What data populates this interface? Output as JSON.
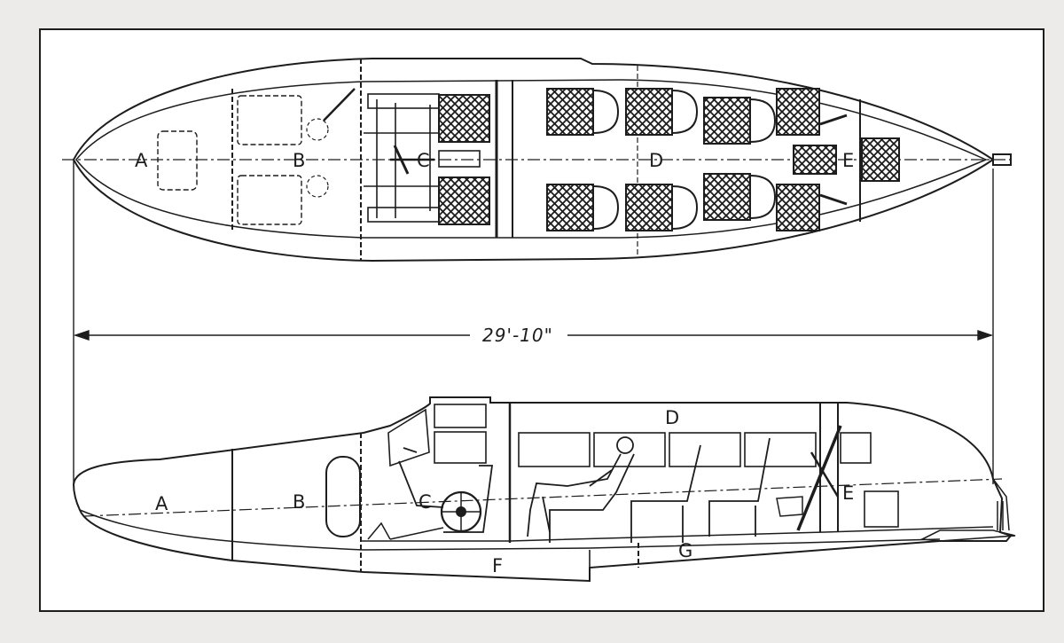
{
  "colors": {
    "paper": "#ffffff",
    "background": "#ecebea",
    "ink": "#1d1d1d"
  },
  "dimension": {
    "overall_length": "29'-10\""
  },
  "plan_view": {
    "labels": {
      "a": "A",
      "b": "B",
      "c": "C",
      "d": "D",
      "e": "E"
    }
  },
  "side_view": {
    "labels": {
      "a": "A",
      "b": "B",
      "c": "C",
      "d": "D",
      "e": "E",
      "f": "F",
      "g": "G"
    }
  }
}
